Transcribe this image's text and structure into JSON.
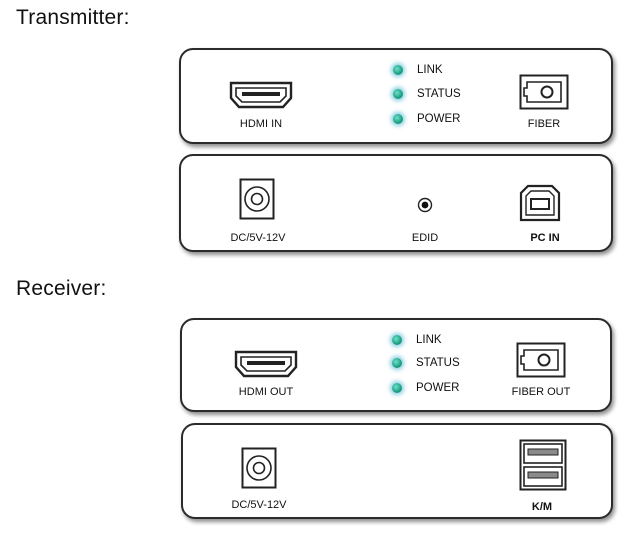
{
  "colors": {
    "led": "#1fa587",
    "led_glow": "#3aaedc",
    "panel_border": "#2b2b2b"
  },
  "transmitter": {
    "title": "Transmitter:",
    "front": {
      "hdmi_label": "HDMI IN",
      "fiber_label": "FIBER",
      "leds": [
        {
          "label": "LINK"
        },
        {
          "label": "STATUS"
        },
        {
          "label": "POWER"
        }
      ]
    },
    "back": {
      "dc_label": "DC/5V-12V",
      "edid_label": "EDID",
      "pc_label": "PC IN"
    }
  },
  "receiver": {
    "title": "Receiver:",
    "front": {
      "hdmi_label": "HDMI OUT",
      "fiber_label": "FIBER OUT",
      "leds": [
        {
          "label": "LINK"
        },
        {
          "label": "STATUS"
        },
        {
          "label": "POWER"
        }
      ]
    },
    "back": {
      "dc_label": "DC/5V-12V",
      "km_label": "K/M"
    }
  }
}
